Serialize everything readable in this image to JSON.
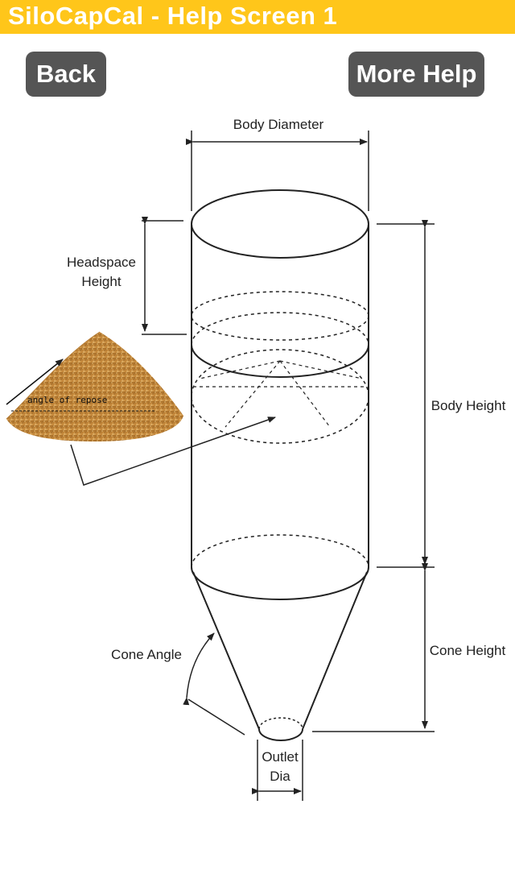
{
  "header": {
    "title": "SiloCapCal - Help Screen 1",
    "background_color": "#ffc61a"
  },
  "nav": {
    "back_label": "Back",
    "more_help_label": "More Help",
    "button_color": "#555555"
  },
  "diagram": {
    "labels": {
      "body_diameter": "Body Diameter",
      "headspace_line1": "Headspace",
      "headspace_line2": "Height",
      "body_height": "Body Height",
      "cone_angle": "Cone Angle",
      "cone_height": "Cone Height",
      "outlet_line1": "Outlet",
      "outlet_line2": "Dia",
      "angle_of_repose": "angle of repose"
    }
  }
}
